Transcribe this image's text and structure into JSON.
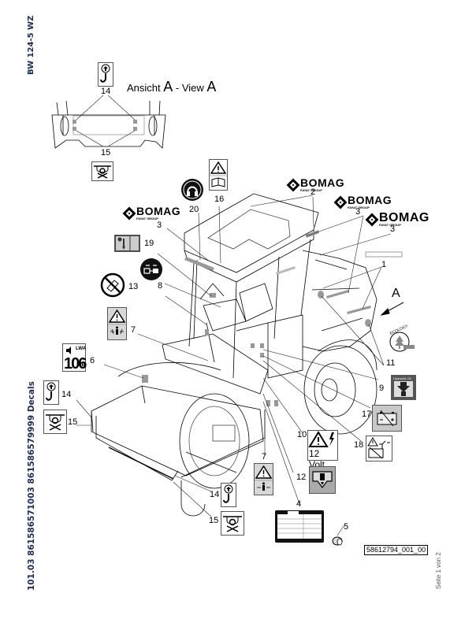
{
  "document": {
    "model_title": "BW 124-5 WZ",
    "side_code": "101.03 861586571003 861586579999 Decals",
    "page_indicator": "Seite 1 von 2",
    "drawing_number": "58612794_001_00",
    "view_label_prefix": "Ansicht ",
    "view_letter": "A",
    "view_label_mid": " - View ",
    "view_arrow_label": "A"
  },
  "brand": {
    "name": "BOMAG",
    "subline": "FAYAT GROUP"
  },
  "decals": [
    {
      "number": "1",
      "description": "stripe decal"
    },
    {
      "number": "2",
      "description": "BOMAG logo (roof)"
    },
    {
      "number": "3",
      "description": "BOMAG logo (sides)"
    },
    {
      "number": "4",
      "description": "type plate"
    },
    {
      "number": "5",
      "description": "plug"
    },
    {
      "number": "6",
      "description": "sound power level",
      "text": "106",
      "unit": "dB",
      "label": "LWA"
    },
    {
      "number": "7",
      "description": "warning - crushing hazard"
    },
    {
      "number": "8",
      "description": "seat belt"
    },
    {
      "number": "9",
      "description": "hydraulic oil",
      "text": "Hydraulic Oil"
    },
    {
      "number": "10",
      "description": "electrical warning",
      "text": "12 Volt"
    },
    {
      "number": "11",
      "description": "ecology / bio oil",
      "text": "ECOLOGY"
    },
    {
      "number": "12",
      "description": "filler"
    },
    {
      "number": "13",
      "description": "no mobile phone"
    },
    {
      "number": "14",
      "description": "lifting point"
    },
    {
      "number": "15",
      "description": "tie-down point"
    },
    {
      "number": "16",
      "description": "warning - read manual"
    },
    {
      "number": "17",
      "description": "battery"
    },
    {
      "number": "18",
      "description": "battery disconnect warning"
    },
    {
      "number": "19",
      "description": "seat adjustment"
    },
    {
      "number": "20",
      "description": "ear protection"
    }
  ],
  "labels": {
    "n1": "1",
    "n2": "2",
    "n3a": "3",
    "n3b": "3",
    "n3c": "3",
    "n4": "4",
    "n5": "5",
    "n6": "6",
    "n7a": "7",
    "n7b": "7",
    "n8": "8",
    "n9": "9",
    "n10": "10",
    "n11": "11",
    "n12": "12",
    "n13": "13",
    "n14a": "14",
    "n14b": "14",
    "n14c": "14",
    "n15a": "15",
    "n15b": "15",
    "n15c": "15",
    "n16": "16",
    "n17": "17",
    "n18": "18",
    "n19": "19",
    "n20": "20"
  }
}
